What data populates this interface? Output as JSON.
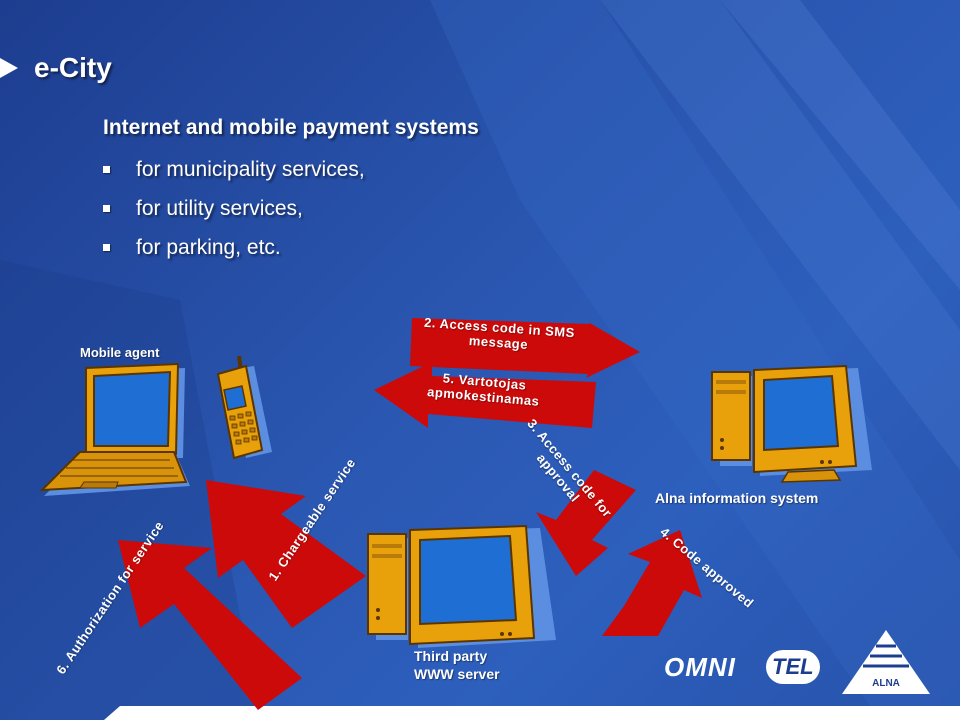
{
  "slide": {
    "title": "e-City",
    "subtitle": "Internet and mobile payment systems",
    "bullets": [
      {
        "text": "for municipality services,"
      },
      {
        "text": "for utility services,"
      },
      {
        "text": "for parking, etc."
      }
    ]
  },
  "nodes": {
    "mobile_agent": "Mobile agent",
    "alna_system": "Alna information system",
    "third_party_line1": "Third party",
    "third_party_line2": "WWW server"
  },
  "arrows": {
    "a1": "1. Chargeable service",
    "a2_line1": "2. Access code in SMS",
    "a2_line2": "message",
    "a3_line1": "3. Access code for",
    "a3_line2": "approval",
    "a4": "4. Code approved",
    "a5_line1": "5. Vartotojas",
    "a5_line2": "apmokestinamas",
    "a6": "6. Authorization for service"
  },
  "logos": {
    "omnitel_left": "OMNI",
    "omnitel_right": "TEL",
    "alna": "ALNA"
  },
  "colors": {
    "background": "#2752aa",
    "arrow": "#cc0a0a",
    "computer_body": "#e8a10a",
    "screen": "#1f6ed4"
  }
}
